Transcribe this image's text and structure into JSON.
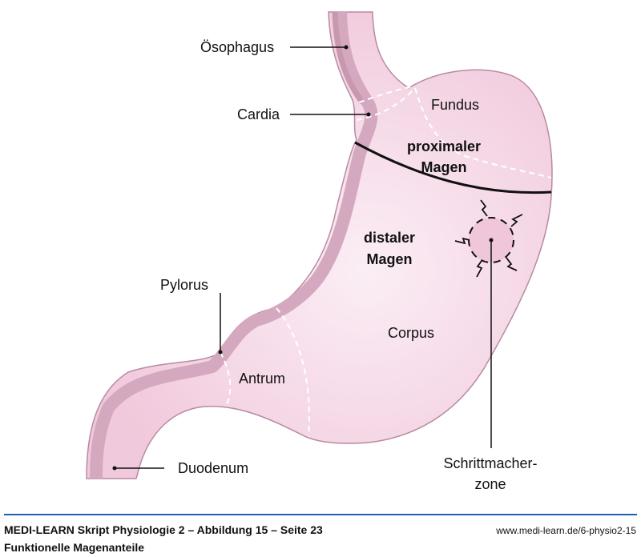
{
  "labels": {
    "esophagus": "Ösophagus",
    "cardia": "Cardia",
    "fundus": "Fundus",
    "proximal_line1": "proximaler",
    "proximal_line2": "Magen",
    "distal_line1": "distaler",
    "distal_line2": "Magen",
    "pylorus": "Pylorus",
    "corpus": "Corpus",
    "antrum": "Antrum",
    "duodenum": "Duodenum",
    "pacemaker_line1": "Schrittmacher-",
    "pacemaker_line2": "zone"
  },
  "footer": {
    "title": "MEDI-LEARN Skript Physiologie 2 – Abbildung 15 – Seite 23",
    "url": "www.medi-learn.de/6-physio2-15",
    "subtitle": "Funktionelle Magenanteile"
  },
  "colors": {
    "fill": "#f4d3e3",
    "band": "#d4a9c0",
    "edge": "#b78aa3",
    "rule": "#1f5fb0"
  }
}
